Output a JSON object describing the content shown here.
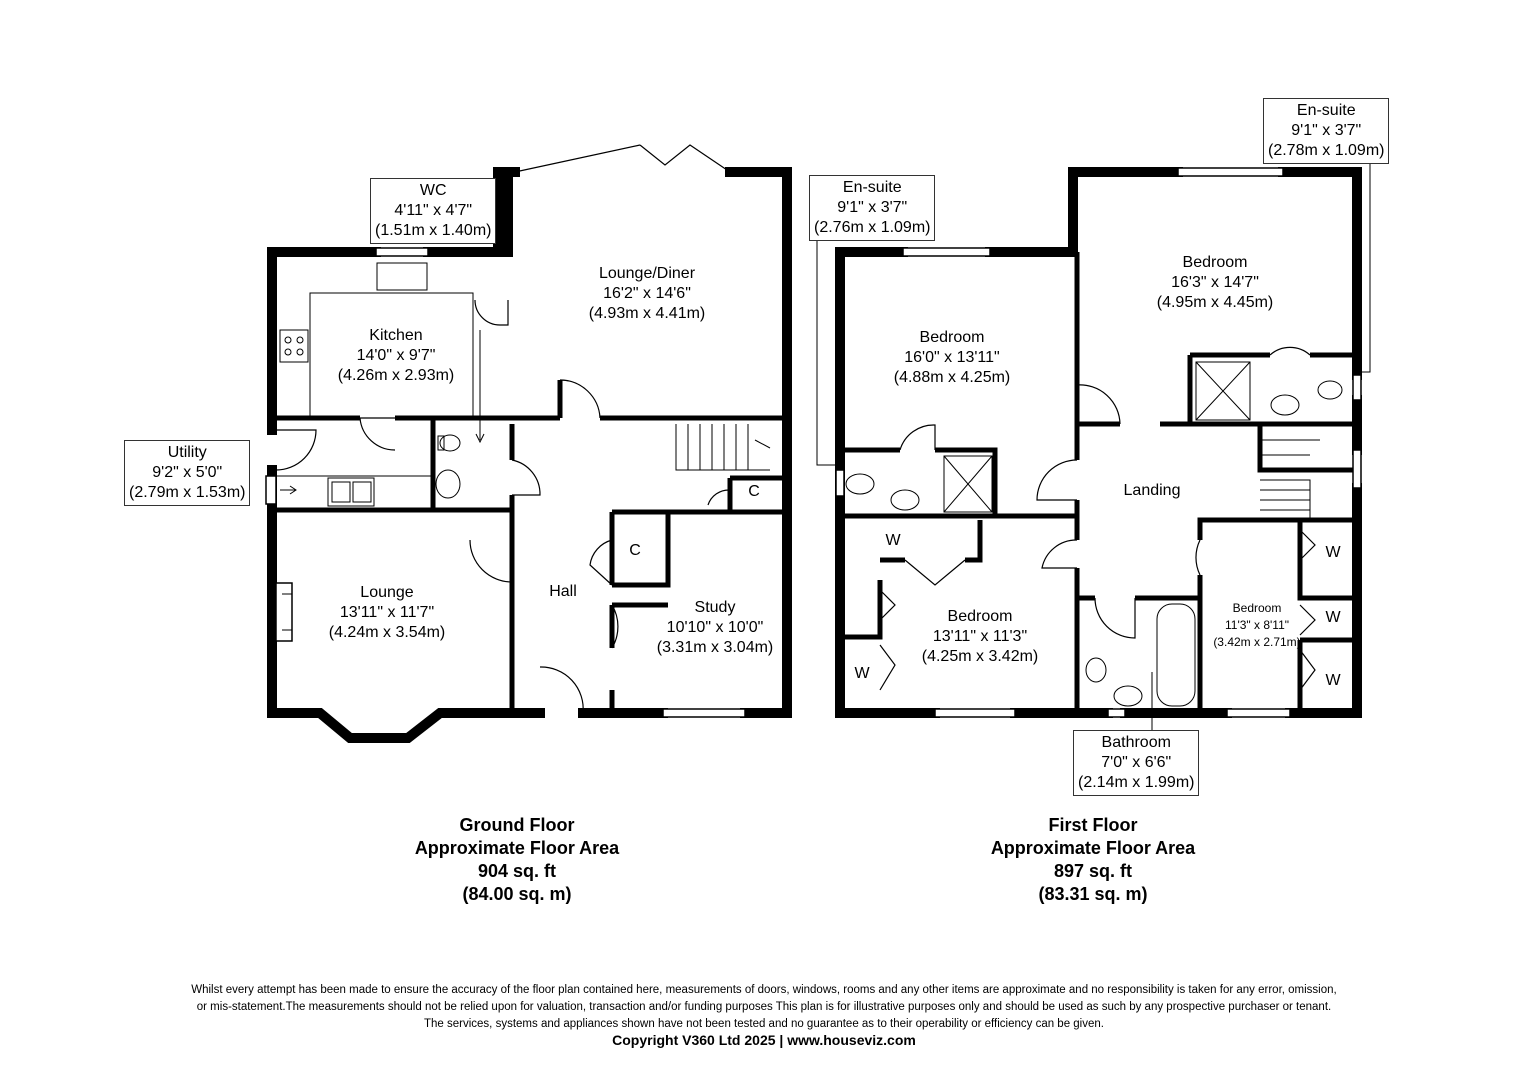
{
  "ground_floor": {
    "rooms": {
      "wc": {
        "name": "WC",
        "imperial": "4'11\" x 4'7\"",
        "metric": "(1.51m x 1.40m)"
      },
      "kitchen": {
        "name": "Kitchen",
        "imperial": "14'0\" x 9'7\"",
        "metric": "(4.26m x 2.93m)"
      },
      "lounge_diner": {
        "name": "Lounge/Diner",
        "imperial": "16'2\" x 14'6\"",
        "metric": "(4.93m x 4.41m)"
      },
      "utility": {
        "name": "Utility",
        "imperial": "9'2\" x 5'0\"",
        "metric": "(2.79m x 1.53m)"
      },
      "lounge": {
        "name": "Lounge",
        "imperial": "13'11\" x 11'7\"",
        "metric": "(4.24m x 3.54m)"
      },
      "hall": {
        "name": "Hall"
      },
      "study": {
        "name": "Study",
        "imperial": "10'10\" x 10'0\"",
        "metric": "(3.31m x 3.04m)"
      }
    },
    "cupboard_1": "C",
    "cupboard_2": "C",
    "title": "Ground Floor",
    "area_label": "Approximate Floor Area",
    "area_sqft": "904 sq. ft",
    "area_sqm": "(84.00 sq. m)"
  },
  "first_floor": {
    "rooms": {
      "ensuite_left": {
        "name": "En-suite",
        "imperial": "9'1\" x  3'7\"",
        "metric": "(2.76m x 1.09m)"
      },
      "ensuite_right": {
        "name": "En-suite",
        "imperial": "9'1\" x 3'7\"",
        "metric": "(2.78m x 1.09m)"
      },
      "bedroom_1": {
        "name": "Bedroom",
        "imperial": "16'0\" x 13'11\"",
        "metric": "(4.88m x 4.25m)"
      },
      "bedroom_2": {
        "name": "Bedroom",
        "imperial": "16'3\" x 14'7\"",
        "metric": "(4.95m x 4.45m)"
      },
      "landing": {
        "name": "Landing"
      },
      "bedroom_3": {
        "name": "Bedroom",
        "imperial": "13'11\" x 11'3\"",
        "metric": "(4.25m x 3.42m)"
      },
      "bedroom_4": {
        "name": "Bedroom",
        "imperial": "11'3\" x 8'11\"",
        "metric": "(3.42m x 2.71m)"
      },
      "bathroom": {
        "name": "Bathroom",
        "imperial": "7'0\" x 6'6\"",
        "metric": "(2.14m x 1.99m)"
      }
    },
    "wardrobe_label": "W",
    "title": "First Floor",
    "area_label": "Approximate Floor Area",
    "area_sqft": "897 sq. ft",
    "area_sqm": "(83.31 sq. m)"
  },
  "disclaimer": [
    "Whilst every attempt has been made to ensure the accuracy of the floor plan contained here, measurements of doors, windows, rooms and any other items are approximate and no responsibility is taken for any error, omission,",
    "or mis-statement.The measurements should not be relied upon for valuation, transaction and/or funding purposes This plan is for illustrative purposes only and should be used as such by any prospective purchaser or tenant.",
    "The services, systems and appliances shown have not been tested and no guarantee as to their operability or efficiency can be given."
  ],
  "copyright": "Copyright V360 Ltd 2025 | www.houseviz.com"
}
